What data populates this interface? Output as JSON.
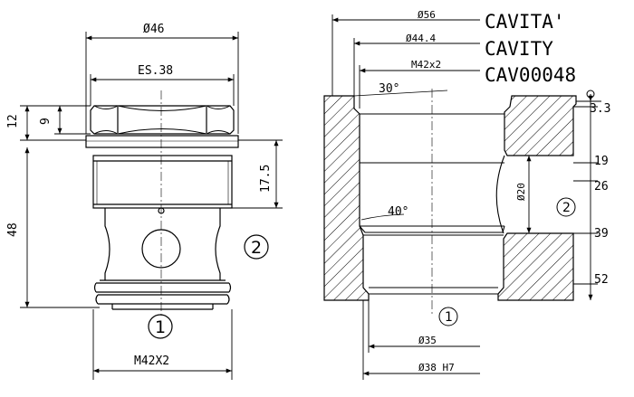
{
  "title_lines": [
    "CAVITA'",
    "CAVITY",
    "CAV00048"
  ],
  "valve_view": {
    "dim_overall_diameter": "Ø46",
    "dim_hex": "ES.38",
    "dim_hex_height": "9",
    "dim_top_height": "12",
    "dim_body_length": "48",
    "dim_thread_length": "17.5",
    "dim_thread": "M42X2",
    "port_1": "1",
    "port_2": "2"
  },
  "cavity_view": {
    "dim_outer_diameter": "Ø56",
    "dim_bore_diameter": "Ø44.4",
    "dim_thread": "M42x2",
    "dim_chamfer_angle_top": "30°",
    "dim_chamfer_angle_bottom": "40°",
    "dim_spot_depth": "3.3",
    "dim_depth_19": "19",
    "dim_depth_26": "26",
    "dim_depth_39": "39",
    "dim_depth_52": "52",
    "dim_port_diameter": "Ø20",
    "dim_lower_bore": "Ø35",
    "dim_pilot_bore": "Ø38 H7",
    "port_1": "1",
    "port_2": "2"
  }
}
